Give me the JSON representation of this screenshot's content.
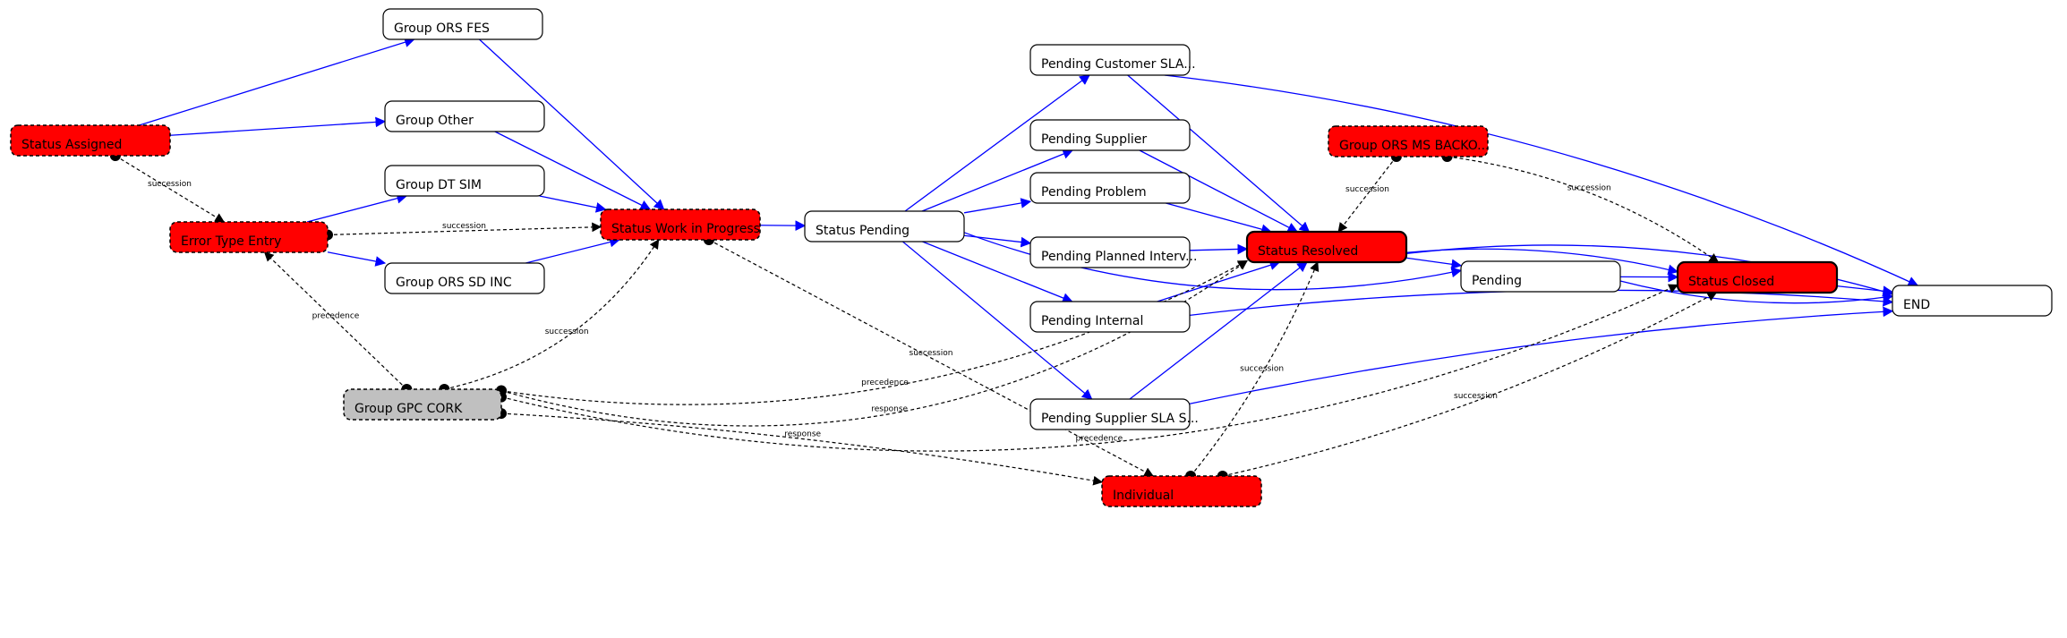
{
  "colors": {
    "flow_edge": "#0000ff",
    "constraint_edge": "#000000",
    "highlight_fill": "#ff0000",
    "neutral_fill": "#c0c0c0",
    "plain_fill": "#ffffff"
  },
  "nodes": [
    {
      "id": "status-assigned",
      "label": "Status Assigned",
      "style": "red-dashed"
    },
    {
      "id": "error-type-entry",
      "label": "Error Type Entry",
      "style": "red-dashed"
    },
    {
      "id": "group-gpc-cork",
      "label": "Group GPC CORK",
      "style": "gray-dashed"
    },
    {
      "id": "group-ors-fes",
      "label": "Group ORS FES",
      "style": "plain"
    },
    {
      "id": "group-other",
      "label": "Group Other",
      "style": "plain"
    },
    {
      "id": "group-dt-sim",
      "label": "Group DT SIM",
      "style": "plain"
    },
    {
      "id": "group-ors-sd-inc",
      "label": "Group ORS SD INC",
      "style": "plain"
    },
    {
      "id": "status-work-in-progress",
      "label": "Status Work in Progress",
      "style": "red-dashed"
    },
    {
      "id": "status-pending",
      "label": "Status Pending",
      "style": "plain"
    },
    {
      "id": "pending-customer-sla",
      "label": "Pending Customer SLA...",
      "style": "plain"
    },
    {
      "id": "pending-supplier",
      "label": "Pending Supplier",
      "style": "plain"
    },
    {
      "id": "pending-problem",
      "label": "Pending Problem",
      "style": "plain"
    },
    {
      "id": "pending-planned-interv",
      "label": "Pending Planned Interv...",
      "style": "plain"
    },
    {
      "id": "pending-internal",
      "label": "Pending Internal",
      "style": "plain"
    },
    {
      "id": "pending-supplier-sla",
      "label": "Pending Supplier SLA S...",
      "style": "plain"
    },
    {
      "id": "group-ors-ms-backo",
      "label": "Group ORS MS BACKO...",
      "style": "red-dashed"
    },
    {
      "id": "status-resolved",
      "label": "Status Resolved",
      "style": "red-solid"
    },
    {
      "id": "individual",
      "label": "Individual",
      "style": "red-dashed"
    },
    {
      "id": "pending",
      "label": "Pending",
      "style": "plain"
    },
    {
      "id": "status-closed",
      "label": "Status Closed",
      "style": "red-solid"
    },
    {
      "id": "end",
      "label": "END",
      "style": "plain"
    }
  ],
  "flow_edges": [
    {
      "from": "status-assigned",
      "to": "group-ors-fes"
    },
    {
      "from": "status-assigned",
      "to": "group-other"
    },
    {
      "from": "error-type-entry",
      "to": "group-dt-sim"
    },
    {
      "from": "error-type-entry",
      "to": "group-ors-sd-inc"
    },
    {
      "from": "group-ors-fes",
      "to": "status-work-in-progress"
    },
    {
      "from": "group-other",
      "to": "status-work-in-progress"
    },
    {
      "from": "group-dt-sim",
      "to": "status-work-in-progress"
    },
    {
      "from": "group-ors-sd-inc",
      "to": "status-work-in-progress"
    },
    {
      "from": "status-work-in-progress",
      "to": "status-pending"
    },
    {
      "from": "status-pending",
      "to": "pending-customer-sla"
    },
    {
      "from": "status-pending",
      "to": "pending-supplier"
    },
    {
      "from": "status-pending",
      "to": "pending-problem"
    },
    {
      "from": "status-pending",
      "to": "pending-planned-interv"
    },
    {
      "from": "status-pending",
      "to": "pending-internal"
    },
    {
      "from": "status-pending",
      "to": "pending-supplier-sla"
    },
    {
      "from": "status-pending",
      "to": "pending"
    },
    {
      "from": "pending-customer-sla",
      "to": "status-resolved"
    },
    {
      "from": "pending-customer-sla",
      "to": "end"
    },
    {
      "from": "pending-supplier",
      "to": "status-resolved"
    },
    {
      "from": "pending-problem",
      "to": "status-resolved"
    },
    {
      "from": "pending-planned-interv",
      "to": "status-resolved"
    },
    {
      "from": "pending-internal",
      "to": "status-resolved"
    },
    {
      "from": "pending-internal",
      "to": "end"
    },
    {
      "from": "pending-supplier-sla",
      "to": "status-resolved"
    },
    {
      "from": "pending-supplier-sla",
      "to": "end"
    },
    {
      "from": "status-resolved",
      "to": "pending"
    },
    {
      "from": "status-resolved",
      "to": "status-closed"
    },
    {
      "from": "status-resolved",
      "to": "end"
    },
    {
      "from": "pending",
      "to": "status-closed"
    },
    {
      "from": "pending",
      "to": "end"
    },
    {
      "from": "status-closed",
      "to": "end"
    }
  ],
  "constraint_edges": [
    {
      "from": "status-assigned",
      "to": "error-type-entry",
      "label": "succession"
    },
    {
      "from": "error-type-entry",
      "to": "status-work-in-progress",
      "label": "succession"
    },
    {
      "from": "group-gpc-cork",
      "to": "error-type-entry",
      "label": "precedence"
    },
    {
      "from": "group-gpc-cork",
      "to": "status-work-in-progress",
      "label": "succession"
    },
    {
      "from": "group-gpc-cork",
      "to": "individual",
      "label": "response"
    },
    {
      "from": "status-work-in-progress",
      "to": "individual",
      "label": "succession"
    },
    {
      "from": "group-gpc-cork",
      "to": "status-resolved",
      "label": "precedence"
    },
    {
      "from": "group-gpc-cork",
      "to": "status-resolved",
      "label": "response"
    },
    {
      "from": "group-gpc-cork",
      "to": "status-closed",
      "label": "precedence"
    },
    {
      "from": "individual",
      "to": "status-resolved",
      "label": "succession"
    },
    {
      "from": "individual",
      "to": "status-closed",
      "label": "succession"
    },
    {
      "from": "group-ors-ms-backo",
      "to": "status-resolved",
      "label": "succession"
    },
    {
      "from": "group-ors-ms-backo",
      "to": "status-closed",
      "label": "succession"
    }
  ]
}
